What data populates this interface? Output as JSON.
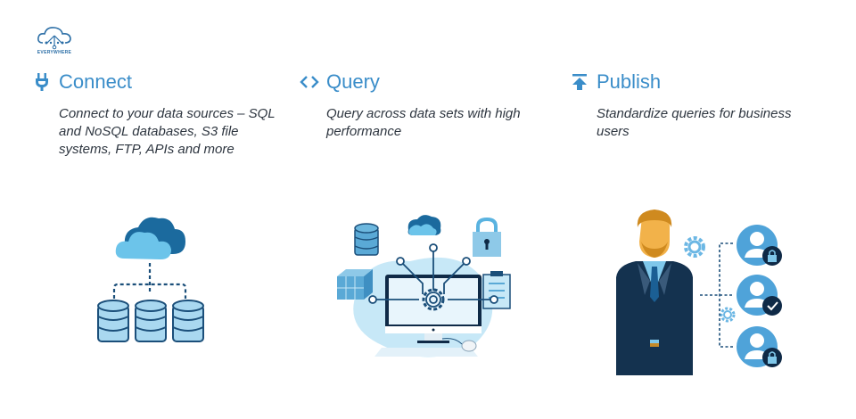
{
  "logo": {
    "text": "EVERYWHERE",
    "icon": "cloud-network-icon"
  },
  "colors": {
    "accent": "#3a8dc9",
    "dark_blue": "#1b4f7a",
    "light_blue": "#6cc4ea",
    "navy": "#0f2a47"
  },
  "columns": [
    {
      "title": "Connect",
      "icon": "plug-icon",
      "description": "Connect to your data sources – SQL and NoSQL databases, S3 file systems, FTP, APIs and more",
      "illustration": "cloud-databases-illustration"
    },
    {
      "title": "Query",
      "icon": "code-brackets-icon",
      "description": "Query across data sets with high performance",
      "illustration": "computer-query-illustration"
    },
    {
      "title": "Publish",
      "icon": "upload-icon",
      "description": "Standardize queries for business users",
      "illustration": "businessman-users-illustration"
    }
  ]
}
